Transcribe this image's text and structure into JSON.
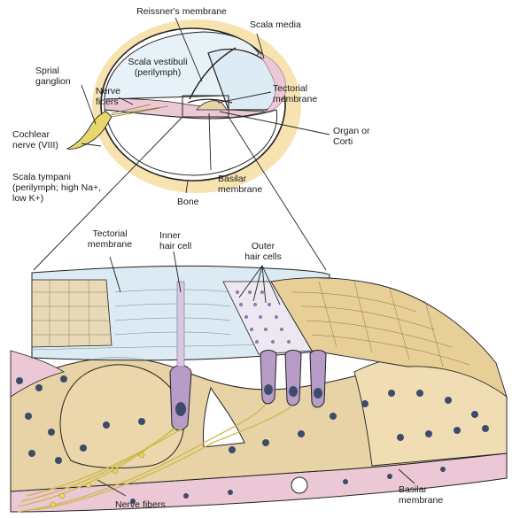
{
  "labels": {
    "reissners_membrane": "Reissner's membrane",
    "scala_media": "Scala media",
    "spiral_ganglion": "Sprial\nganglion",
    "scala_vestibuli": "Scala vestibuli\n(perilymph)",
    "nerve_fibers_top": "Nerve\nfibers",
    "tectorial_membrane_top": "Tectorial\nmembrane",
    "organ_of_corti": "Organ or\nCorti",
    "cochlear_nerve": "Cochlear\nnerve (VIII)",
    "scala_tympani": "Scala tympani\n(perilymph; high Na+,\nlow K+)",
    "bone": "Bone",
    "basilar_membrane_top": "Basilar\nmembrane",
    "tectorial_membrane_bottom": "Tectorial\nmembrane",
    "inner_hair_cell": "Inner\nhair cell",
    "outer_hair_cells": "Outer\nhair cells",
    "nerve_fibers_bottom": "Nerve fibers",
    "basilar_membrane_bottom": "Basilar\nmembrane"
  },
  "colors": {
    "bone": "#f7e3b0",
    "scala_fill": "#dcebf4",
    "tissue_pink": "#ecc8d6",
    "membrane_blue": "#cfe3ef",
    "cell_tan": "#e8d3a6",
    "nucleus": "#3c4b6b",
    "hair_cell_purple": "#b79cc8",
    "nerve_yellow": "#e6d86a",
    "outline": "#222222"
  }
}
